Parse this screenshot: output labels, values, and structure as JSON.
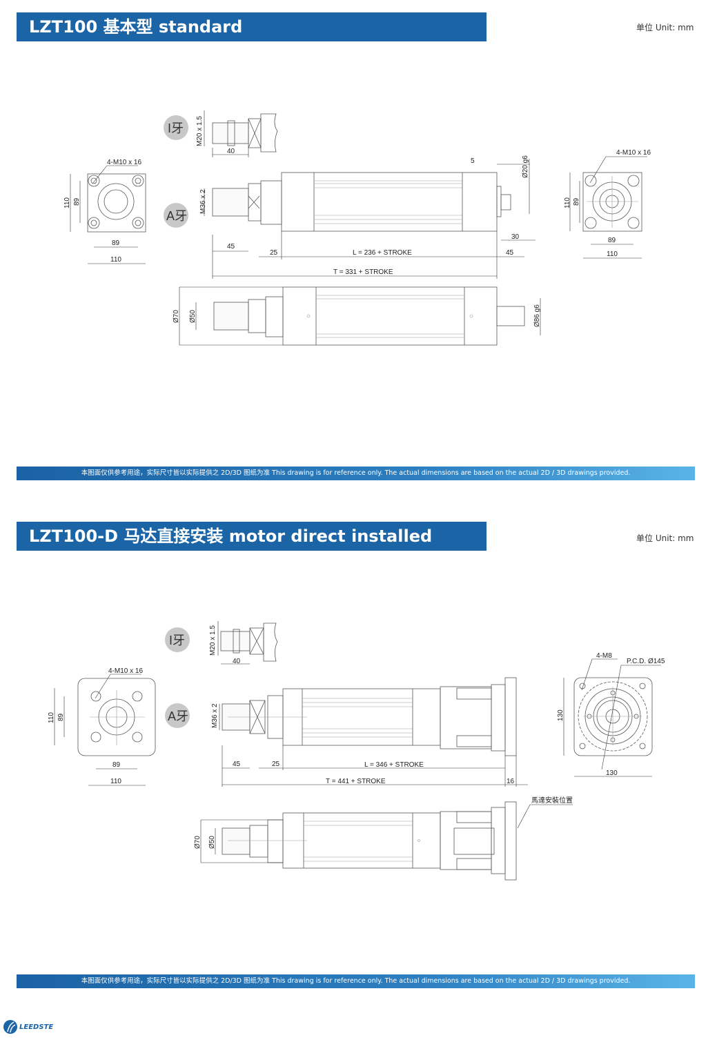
{
  "section1": {
    "title": "LZT100  基本型 standard",
    "unit": "单位 Unit:  mm",
    "thread_i": "I牙",
    "thread_a": "A牙",
    "i_thread_size": "M20 x 1.5",
    "i_thread_len": "40",
    "a_thread_size": "M36 x 2",
    "left_view": {
      "holes": "4-M10 x 16",
      "h_outer": "110",
      "h_inner": "89",
      "w_inner": "89",
      "w_outer": "110"
    },
    "right_view": {
      "holes": "4-M10 x 16",
      "h_outer": "110",
      "h_inner": "89",
      "w_inner": "89",
      "w_outer": "110"
    },
    "dims": {
      "d5": "5",
      "shaft": "Ø20 g6",
      "d30": "30",
      "d45a": "45",
      "d25": "25",
      "L": "L = 236 + STROKE",
      "d45b": "45",
      "T": "T = 331 + STROKE"
    },
    "top_view": {
      "d70": "Ø70",
      "d50": "Ø50",
      "d86": "Ø86 g6"
    },
    "note": "本图面仅供参考用途，实际尺寸皆以实际提供之 2D/3D 图纸为准 This drawing is for reference only. The actual dimensions are based on the actual 2D / 3D drawings provided."
  },
  "section2": {
    "title": "LZT100-D 马达直接安装 motor direct installed",
    "unit": "单位 Unit:  mm",
    "thread_i": "I牙",
    "thread_a": "A牙",
    "i_thread_size": "M20 x 1.5",
    "i_thread_len": "40",
    "a_thread_size": "M36 x 2",
    "left_view": {
      "holes": "4-M10 x 16",
      "h_outer": "110",
      "h_inner": "89",
      "w_inner": "89",
      "w_outer": "110"
    },
    "right_view": {
      "holes": "4-M8",
      "pcd": "P.C.D. Ø145",
      "h": "130",
      "w": "130"
    },
    "dims": {
      "d45": "45",
      "d25": "25",
      "L": "L = 346 + STROKE",
      "T": "T = 441 + STROKE",
      "d16": "16"
    },
    "top_view": {
      "d70": "Ø70",
      "d50": "Ø50",
      "motor_pos": "馬達安裝位置"
    },
    "note": "本图面仅供参考用途，实际尺寸皆以实际提供之 2D/3D 图纸为准 This drawing is for reference only. The actual dimensions are based on the actual 2D / 3D drawings provided."
  },
  "footer": {
    "brand": "LEEDSTE"
  },
  "colors": {
    "header": "#1b64a6",
    "banner_end": "#5ab3e8"
  }
}
